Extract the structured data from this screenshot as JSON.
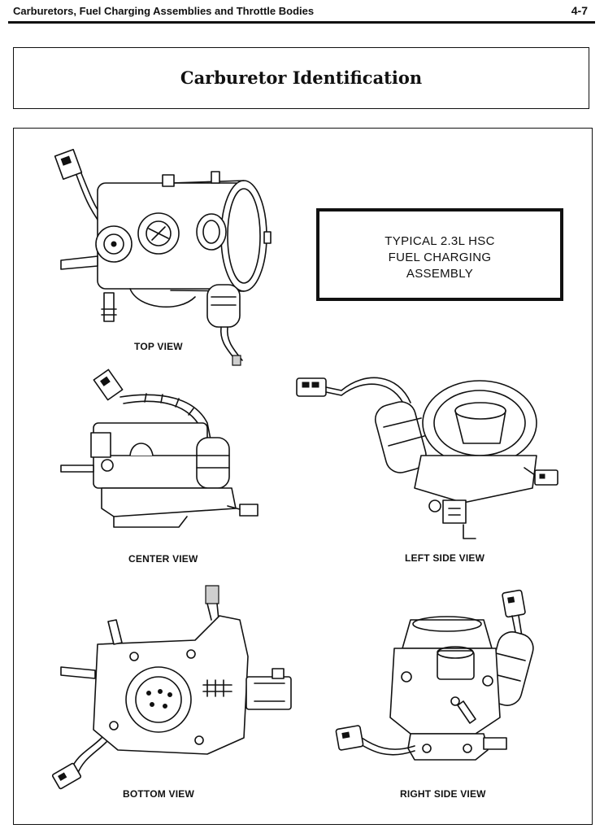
{
  "header": {
    "section_title": "Carburetors, Fuel Charging Assemblies and Throttle Bodies",
    "page_number": "4-7"
  },
  "title": "Carburetor Identification",
  "callout": {
    "lines": [
      "TYPICAL 2.3L HSC",
      "FUEL CHARGING",
      "ASSEMBLY"
    ]
  },
  "views": {
    "top": "TOP VIEW",
    "center": "CENTER VIEW",
    "left_side": "LEFT SIDE VIEW",
    "bottom": "BOTTOM VIEW",
    "right_side": "RIGHT SIDE VIEW"
  }
}
